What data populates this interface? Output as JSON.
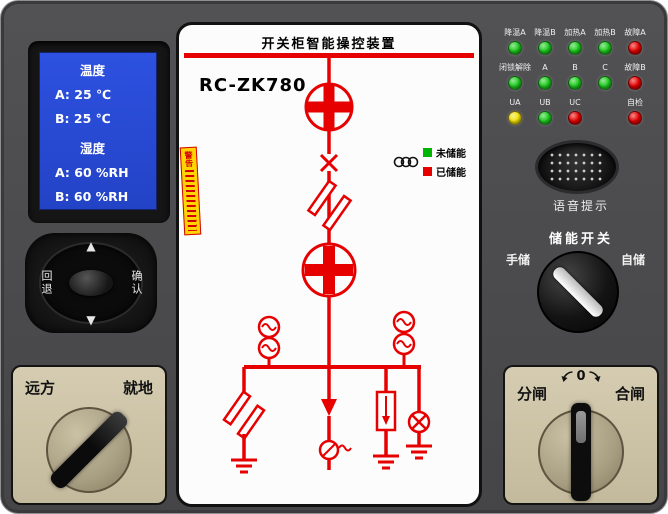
{
  "header": {
    "title": "开关柜智能操控装置",
    "model": "RC-ZK780"
  },
  "lcd": {
    "temp_header": "温度",
    "temp_a": "A: 25 ℃",
    "temp_b": "B: 25 ℃",
    "hum_header": "湿度",
    "hum_a": "A: 60 %RH",
    "hum_b": "B: 60 %RH"
  },
  "navpad": {
    "up": "▲",
    "down": "▼",
    "back": "回退",
    "confirm": "确认"
  },
  "leds": {
    "row1": [
      {
        "label": "降温A",
        "color": "#1ecb1e"
      },
      {
        "label": "降温B",
        "color": "#1ecb1e"
      },
      {
        "label": "加热A",
        "color": "#1ecb1e"
      },
      {
        "label": "加热B",
        "color": "#1ecb1e"
      },
      {
        "label": "故障A",
        "color": "#e60000"
      }
    ],
    "row2": [
      {
        "label": "闭锁解除",
        "color": "#1ecb1e"
      },
      {
        "label": "A",
        "color": "#1ecb1e"
      },
      {
        "label": "B",
        "color": "#1ecb1e"
      },
      {
        "label": "C",
        "color": "#1ecb1e"
      },
      {
        "label": "故障B",
        "color": "#e60000"
      }
    ],
    "row3": [
      {
        "label": "UA",
        "color": "#f2e10a"
      },
      {
        "label": "UB",
        "color": "#1ecb1e"
      },
      {
        "label": "UC",
        "color": "#e60000"
      },
      {
        "label": "",
        "color": ""
      },
      {
        "label": "自检",
        "color": "#e60000"
      }
    ]
  },
  "speaker": {
    "label": "语音提示"
  },
  "energy_switch": {
    "title": "储能开关",
    "left": "手储",
    "right": "自储"
  },
  "remote_switch": {
    "left": "远方",
    "right": "就地"
  },
  "breaker_switch": {
    "left": "分闸",
    "zero": "0",
    "right": "合闸"
  },
  "legend": [
    {
      "label": "未储能",
      "color": "#00b400"
    },
    {
      "label": "已储能",
      "color": "#e60000"
    }
  ],
  "warning_sticker": {
    "title": "警告"
  },
  "colors": {
    "mimic_red": "#e60000",
    "lcd_blue": "#2a4cd8"
  }
}
